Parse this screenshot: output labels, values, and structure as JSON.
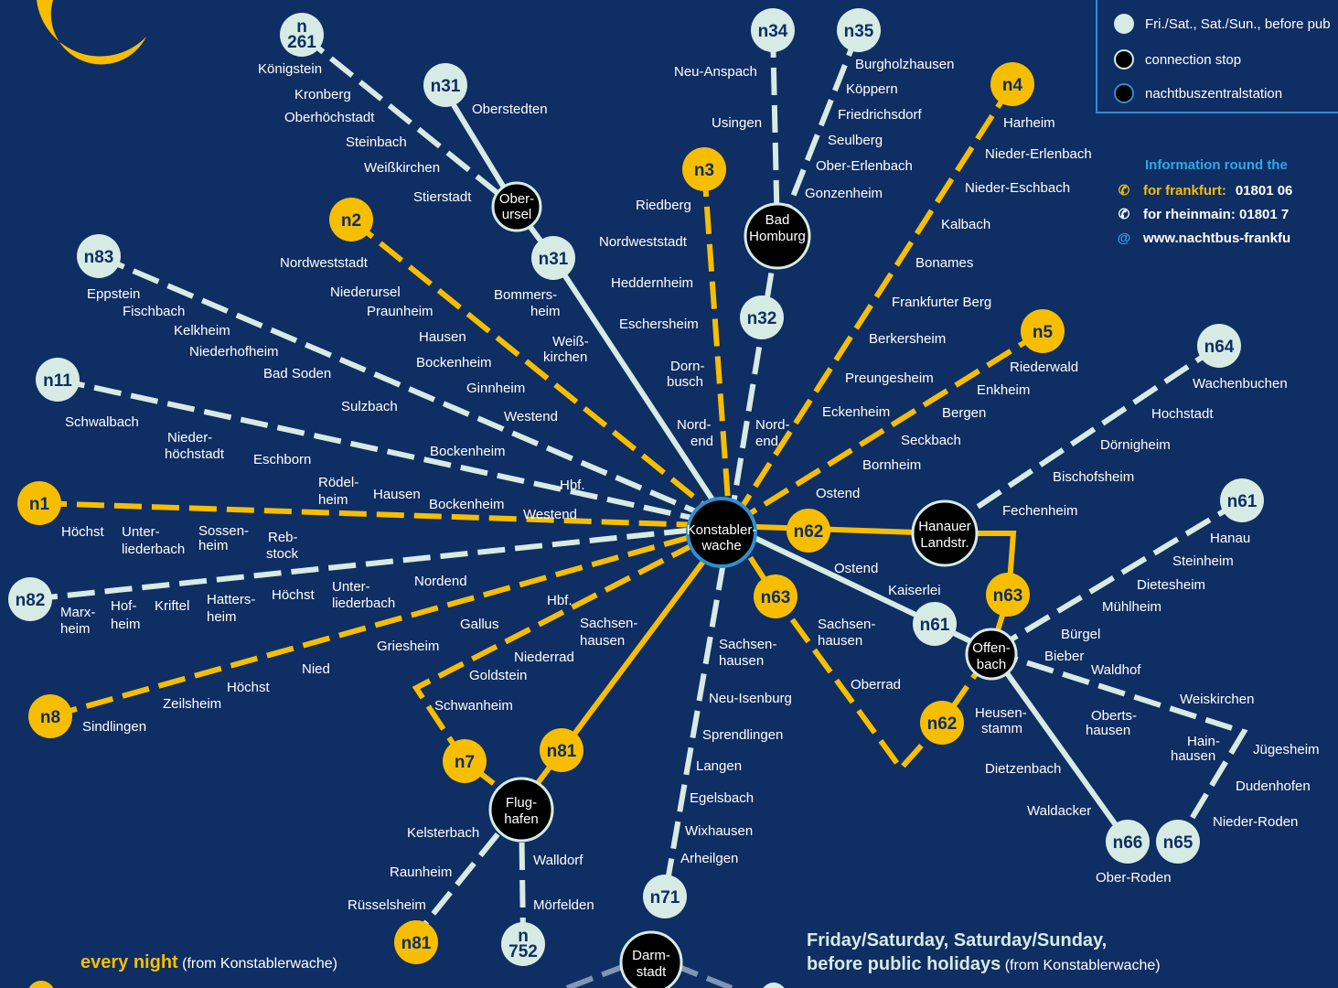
{
  "colors": {
    "background": "#0f2e63",
    "every_night_line": "#f7be00",
    "weekend_line": "#d6ebe4",
    "stop_black": "#000000",
    "central_station_ring": "#2f8fd0",
    "info_heading": "#2fa8e8"
  },
  "hubs": {
    "konstablerwache": [
      "Konstabler-",
      "wache"
    ],
    "oberursel": [
      "Ober-",
      "ursel"
    ],
    "bad_homburg": [
      "Bad",
      "Homburg"
    ],
    "hanauer": [
      "Hanauer",
      "Landstr."
    ],
    "offenbach": [
      "Offen-",
      "bach"
    ],
    "flughafen": [
      "Flug-",
      "hafen"
    ],
    "darmstadt": [
      "Darm-",
      "stadt"
    ]
  },
  "legend": {
    "weekend": "Fri./Sat., Sat./Sun., before pub",
    "connection_stop": "connection stop",
    "central_station": "nachtbuszentralstation"
  },
  "info": {
    "heading": "Information round the",
    "frankfurt_label": "for frankfurt:",
    "frankfurt_number": "01801 06",
    "rheinmain": "for rheinmain: 01801 7",
    "website": "www.nachtbus-frankfu"
  },
  "footer": {
    "every_night": "every night",
    "every_night_note": "(from Konstablerwache)",
    "weekend_line1": "Friday/Saturday, Saturday/Sunday,",
    "weekend_line2": "before public holidays",
    "weekend_note": "(from Konstablerwache)"
  },
  "routes": [
    {
      "id": "n261",
      "badge": [
        "n",
        "261"
      ],
      "color": "weekend",
      "stops": [
        "Königstein",
        "Kronberg",
        "Oberhöchstadt",
        "Steinbach",
        "Weißkirchen",
        "Stierstadt"
      ]
    },
    {
      "id": "n31",
      "badge": [
        "n31"
      ],
      "color": "weekend",
      "stops": [
        "Oberstedten",
        "Bommers-heim",
        "Weiß-kirchen"
      ]
    },
    {
      "id": "n34",
      "badge": [
        "n34"
      ],
      "color": "weekend",
      "stops": [
        "Neu-Anspach",
        "Usingen"
      ]
    },
    {
      "id": "n35",
      "badge": [
        "n35"
      ],
      "color": "weekend",
      "stops": [
        "Burgholzhausen",
        "Köppern",
        "Friedrichsdorf",
        "Seulberg",
        "Ober-Erlenbach",
        "Gonzenheim"
      ]
    },
    {
      "id": "n4",
      "badge": [
        "n4"
      ],
      "color": "every_night",
      "stops": [
        "Harheim",
        "Nieder-Erlenbach",
        "Nieder-Eschbach",
        "Kalbach",
        "Bonames",
        "Frankfurter Berg",
        "Berkersheim",
        "Preungesheim",
        "Eckenheim"
      ]
    },
    {
      "id": "n3",
      "badge": [
        "n3"
      ],
      "color": "every_night",
      "stops": [
        "Riedberg",
        "Nordweststadt",
        "Heddernheim",
        "Eschersheim",
        "Dorn-busch",
        "Nord-end"
      ]
    },
    {
      "id": "n32",
      "badge": [
        "n32"
      ],
      "color": "weekend",
      "stops": [
        "Nord-end"
      ]
    },
    {
      "id": "n2",
      "badge": [
        "n2"
      ],
      "color": "every_night",
      "stops": [
        "Nordweststadt",
        "Niederursel",
        "Praunheim",
        "Hausen",
        "Bockenheim",
        "Ginnheim",
        "Westend"
      ]
    },
    {
      "id": "n83",
      "badge": [
        "n83"
      ],
      "color": "weekend",
      "stops": [
        "Eppstein",
        "Fischbach",
        "Kelkheim",
        "Niederhofheim",
        "Bad Soden",
        "Sulzbach",
        "Bockenheim",
        "Hbf."
      ]
    },
    {
      "id": "n11",
      "badge": [
        "n11"
      ],
      "color": "weekend",
      "stops": [
        "Schwalbach",
        "Nieder-höchstadt",
        "Eschborn",
        "Rödel-heim",
        "Hausen",
        "Bockenheim",
        "Westend"
      ]
    },
    {
      "id": "n1",
      "badge": [
        "n1"
      ],
      "color": "every_night",
      "stops": [
        "Höchst",
        "Unter-liederbach",
        "Sossen-heim",
        "Reb-stock"
      ]
    },
    {
      "id": "n82",
      "badge": [
        "n82"
      ],
      "color": "weekend",
      "stops": [
        "Marx-heim",
        "Hof-heim",
        "Kriftel",
        "Hatters-heim",
        "Höchst",
        "Unter-liederbach",
        "Nordend"
      ]
    },
    {
      "id": "n8",
      "badge": [
        "n8"
      ],
      "color": "every_night",
      "stops": [
        "Sindlingen",
        "Zeilsheim",
        "Höchst",
        "Nied",
        "Griesheim",
        "Gallus",
        "Hbf."
      ]
    },
    {
      "id": "n7",
      "badge": [
        "n7"
      ],
      "color": "every_night",
      "stops": [
        "Schwanheim",
        "Goldstein",
        "Niederrad",
        "Sachsen-hausen"
      ]
    },
    {
      "id": "n81",
      "badge": [
        "n81"
      ],
      "color": "every_night",
      "stops": [
        "Kelsterbach",
        "Raunheim",
        "Rüsselsheim"
      ]
    },
    {
      "id": "n752",
      "badge": [
        "n",
        "752"
      ],
      "color": "weekend",
      "stops": [
        "Walldorf",
        "Mörfelden"
      ]
    },
    {
      "id": "n71",
      "badge": [
        "n71"
      ],
      "color": "weekend",
      "stops": [
        "Sachsen-hausen",
        "Neu-Isenburg",
        "Sprendlingen",
        "Langen",
        "Egelsbach",
        "Wixhausen",
        "Arheilgen"
      ]
    },
    {
      "id": "n5",
      "badge": [
        "n5"
      ],
      "color": "every_night",
      "stops": [
        "Riederwald",
        "Enkheim",
        "Bergen",
        "Seckbach",
        "Bornheim",
        "Ostend"
      ]
    },
    {
      "id": "n64",
      "badge": [
        "n64"
      ],
      "color": "weekend",
      "stops": [
        "Wachenbuchen",
        "Hochstadt",
        "Dörnigheim",
        "Bischofsheim",
        "Fechenheim"
      ]
    },
    {
      "id": "n62",
      "badge": [
        "n62"
      ],
      "color": "every_night",
      "stops": [
        "Ostend"
      ]
    },
    {
      "id": "n63",
      "badge": [
        "n63"
      ],
      "color": "every_night",
      "stops": [
        "Sachsen-hausen",
        "Oberrad"
      ]
    },
    {
      "id": "n61",
      "badge": [
        "n61"
      ],
      "color": "weekend",
      "stops": [
        "Hanau",
        "Steinheim",
        "Dietesheim",
        "Mühlheim",
        "Bürgel",
        "Ostend",
        "Kaiserlei"
      ]
    },
    {
      "id": "n65",
      "badge": [
        "n65"
      ],
      "color": "weekend",
      "stops": [
        "Waldhof",
        "Weiskirchen",
        "Hain-hausen",
        "Jügesheim",
        "Dudenhofen",
        "Nieder-Roden",
        "Bieber"
      ]
    },
    {
      "id": "n66",
      "badge": [
        "n66"
      ],
      "color": "weekend",
      "stops": [
        "Heusen-stamm",
        "Oberts-hausen",
        "Dietzenbach",
        "Waldacker",
        "Ober-Roden"
      ]
    }
  ]
}
